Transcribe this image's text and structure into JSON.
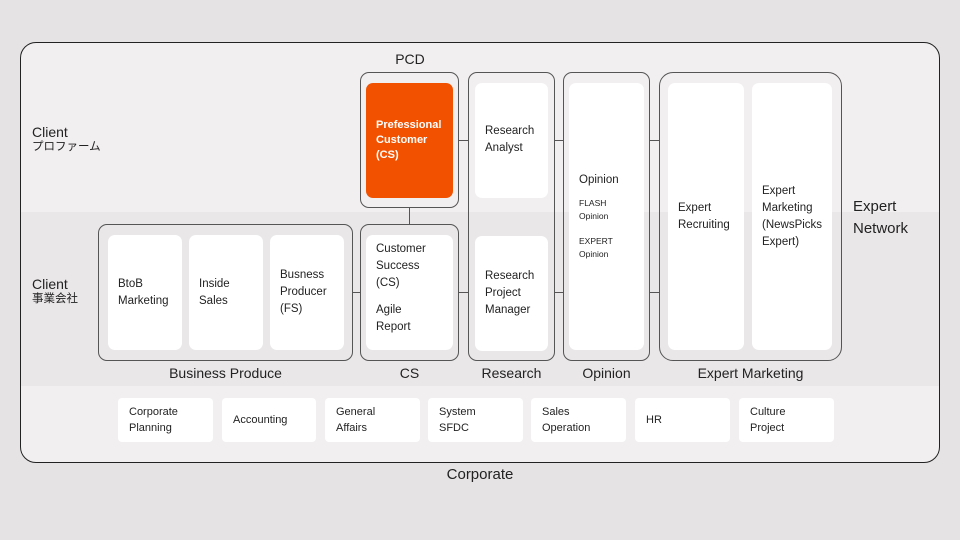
{
  "row_labels": {
    "client_profirm": {
      "title": "Client",
      "sub": "プロファーム"
    },
    "client_business": {
      "title": "Client",
      "sub": "事業会社"
    },
    "expert_network": "Expert\nNetwork",
    "corporate": "Corporate"
  },
  "groups": {
    "pcd": {
      "label": "PCD",
      "cards": [
        {
          "text": "Prefessional\nCustomer\n(CS)",
          "highlight": true
        }
      ]
    },
    "business_produce": {
      "label": "Business Produce",
      "cards": [
        {
          "text": "BtoB\nMarketing"
        },
        {
          "text": "Inside\nSales"
        },
        {
          "text": "Busness\nProducer\n(FS)"
        }
      ]
    },
    "cs": {
      "label": "CS",
      "cards": [
        {
          "text": "Customer\nSuccess\n(CS)",
          "extra": "Agile\nReport"
        }
      ]
    },
    "research": {
      "label": "Research",
      "cards": [
        {
          "text": "Research\nAnalyst"
        },
        {
          "text": "Research\nProject\nManager"
        }
      ]
    },
    "opinion": {
      "label": "Opinion",
      "cards": [
        {
          "title": "Opinion",
          "items": [
            "FLASH\nOpinion",
            "EXPERT\nOpinion"
          ]
        }
      ]
    },
    "expert_marketing": {
      "label": "Expert Marketing",
      "cards": [
        {
          "text": "Expert\nRecruiting"
        },
        {
          "text": "Expert\nMarketing\n(NewsPicks\nExpert)"
        }
      ]
    }
  },
  "corporate_items": [
    "Corporate\nPlanning",
    "Accounting",
    "General\nAffairs",
    "System\nSFDC",
    "Sales\nOperation",
    "HR",
    "Culture\nProject"
  ],
  "colors": {
    "highlight": "#f25100",
    "background": "#e6e3e4",
    "panel": "#f2eff0",
    "card": "#ffffff"
  }
}
